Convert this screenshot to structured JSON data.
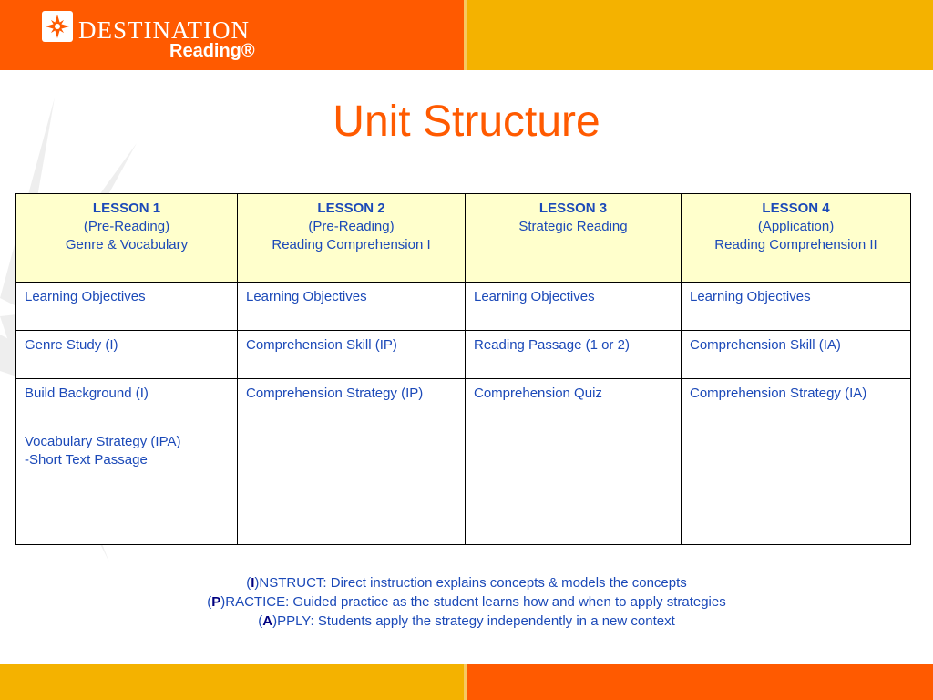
{
  "header": {
    "logo_top": "DESTINATION",
    "logo_bottom": "Reading®",
    "logo_icon": "starburst-icon",
    "colors": {
      "orange": "#ff5a00",
      "gold": "#f4b200"
    }
  },
  "title": "Unit Structure",
  "table": {
    "headers": [
      {
        "label": "LESSON 1",
        "lines": [
          "(Pre-Reading)",
          "Genre & Vocabulary"
        ]
      },
      {
        "label": "LESSON 2",
        "lines": [
          "(Pre-Reading)",
          "Reading Comprehension I"
        ]
      },
      {
        "label": "LESSON 3",
        "lines": [
          "Strategic Reading",
          ""
        ]
      },
      {
        "label": "LESSON 4",
        "lines": [
          "(Application)",
          "Reading Comprehension II"
        ]
      }
    ],
    "rows": [
      [
        "Learning Objectives",
        "Learning Objectives",
        "Learning Objectives",
        "Learning Objectives"
      ],
      [
        "Genre Study (I)",
        "Comprehension Skill (IP)",
        "Reading Passage (1 or 2)",
        "Comprehension Skill (IA)"
      ],
      [
        "Build Background (I)",
        "Comprehension Strategy (IP)",
        "Comprehension Quiz",
        "Comprehension Strategy (IA)"
      ],
      [
        [
          "Vocabulary Strategy (IPA)",
          "-Short Text Passage"
        ],
        "",
        "",
        ""
      ]
    ],
    "colors": {
      "header_bg": "#ffffcc",
      "text": "#1b49b8"
    }
  },
  "legend": [
    {
      "open": "(",
      "key": "I",
      "rest": ")NSTRUCT:  Direct instruction explains concepts & models the concepts"
    },
    {
      "open": "(",
      "key": "P",
      "rest": ")RACTICE:  Guided practice as the student learns how and when to apply strategies"
    },
    {
      "open": "(",
      "key": "A",
      "rest": ")PPLY:  Students apply the strategy independently in a new context"
    }
  ]
}
